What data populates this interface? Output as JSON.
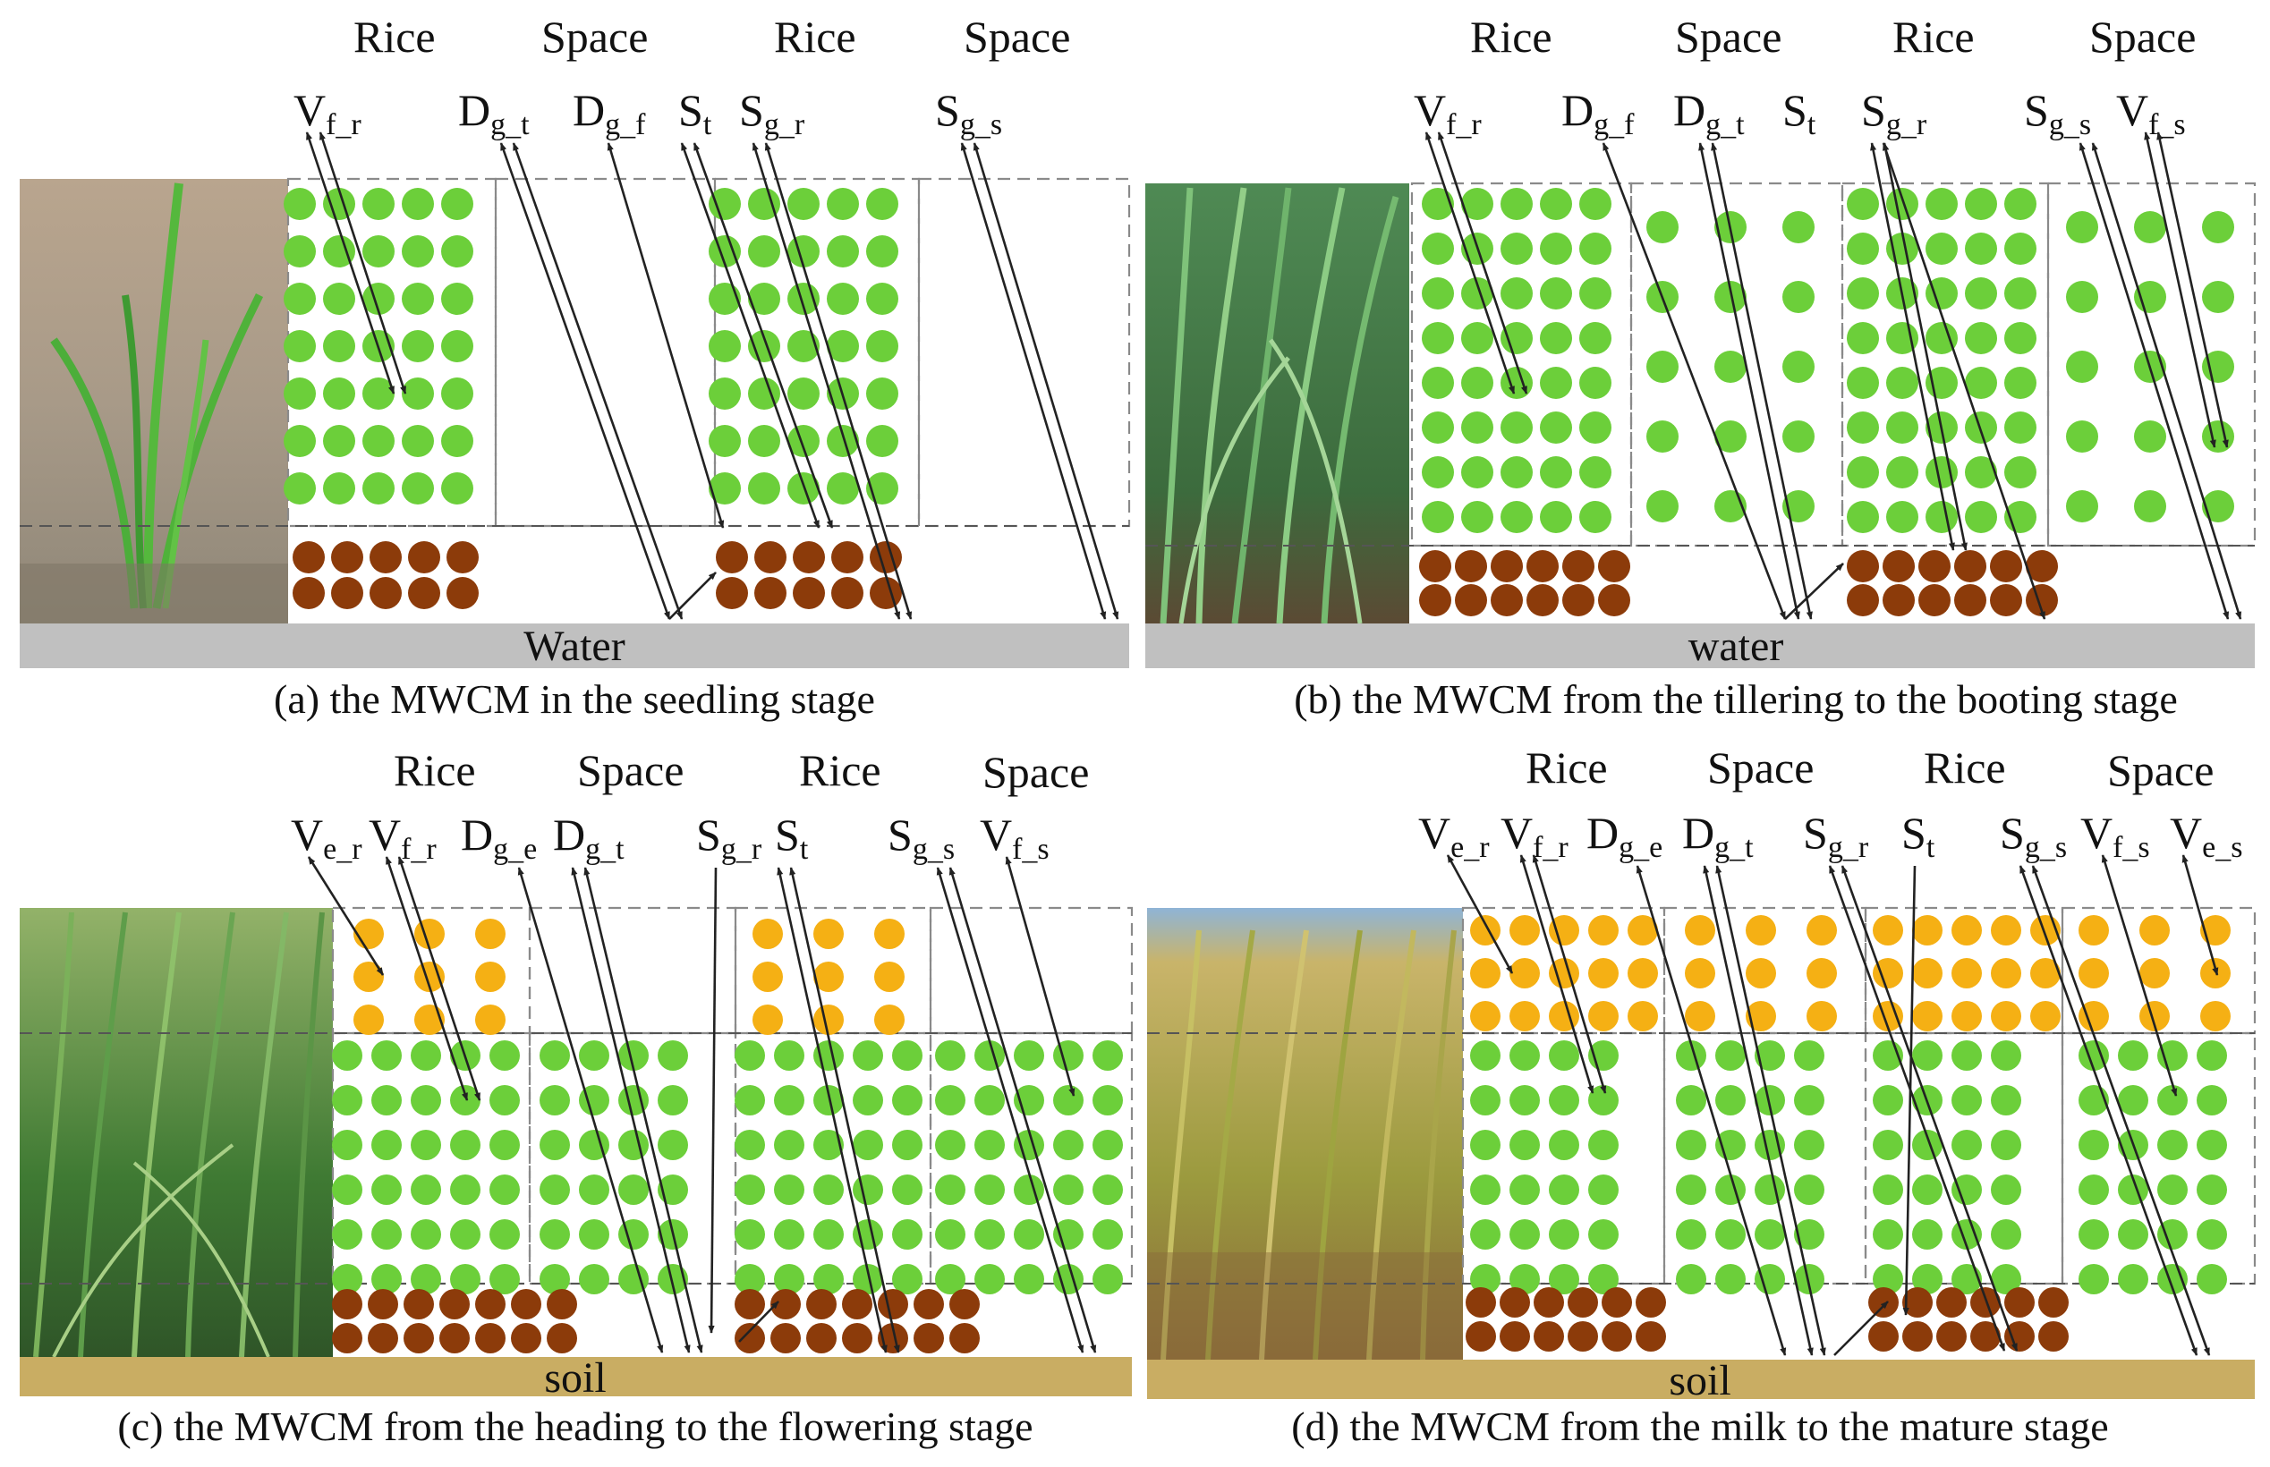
{
  "colors": {
    "leaf": "#6ccf3a",
    "stem": "#8c3b0a",
    "ear": "#f5b014",
    "water": "#c0c0c0",
    "soil": "#c9ad63"
  },
  "panels": [
    {
      "id": "a",
      "headers": [
        "Rice",
        "Space",
        "Rice",
        "Space"
      ],
      "vars": [
        {
          "b": "V",
          "s": "f_r"
        },
        {
          "b": "D",
          "s": "g_t"
        },
        {
          "b": "D",
          "s": "g_f"
        },
        {
          "b": "S",
          "s": "t"
        },
        {
          "b": "S",
          "s": "g_r"
        },
        {
          "b": "S",
          "s": "g_s"
        }
      ],
      "base": "Water",
      "caption": "(a) the MWCM in the seedling stage",
      "photo_icon": "rice-seedling-photo"
    },
    {
      "id": "b",
      "headers": [
        "Rice",
        "Space",
        "Rice",
        "Space"
      ],
      "vars": [
        {
          "b": "V",
          "s": "f_r"
        },
        {
          "b": "D",
          "s": "g_f"
        },
        {
          "b": "D",
          "s": "g_t"
        },
        {
          "b": "S",
          "s": "t"
        },
        {
          "b": "S",
          "s": "g_r"
        },
        {
          "b": "S",
          "s": "g_s"
        },
        {
          "b": "V",
          "s": "f_s"
        }
      ],
      "base": "water",
      "caption": "(b) the MWCM from the tillering to the booting stage",
      "photo_icon": "rice-tillering-photo"
    },
    {
      "id": "c",
      "headers": [
        "Rice",
        "Space",
        "Rice",
        "Space"
      ],
      "vars": [
        {
          "b": "V",
          "s": "e_r"
        },
        {
          "b": "V",
          "s": "f_r"
        },
        {
          "b": "D",
          "s": "g_e"
        },
        {
          "b": "D",
          "s": "g_t"
        },
        {
          "b": "S",
          "s": "g_r"
        },
        {
          "b": "S",
          "s": "t"
        },
        {
          "b": "S",
          "s": "g_s"
        },
        {
          "b": "V",
          "s": "f_s"
        }
      ],
      "base": "soil",
      "caption": "(c) the MWCM from the heading to the flowering stage",
      "photo_icon": "rice-heading-photo"
    },
    {
      "id": "d",
      "headers": [
        "Rice",
        "Space",
        "Rice",
        "Space"
      ],
      "vars": [
        {
          "b": "V",
          "s": "e_r"
        },
        {
          "b": "V",
          "s": "f_r"
        },
        {
          "b": "D",
          "s": "g_e"
        },
        {
          "b": "D",
          "s": "g_t"
        },
        {
          "b": "S",
          "s": "g_r"
        },
        {
          "b": "S",
          "s": "t"
        },
        {
          "b": "S",
          "s": "g_s"
        },
        {
          "b": "V",
          "s": "f_s"
        },
        {
          "b": "V",
          "s": "e_s"
        }
      ],
      "base": "soil",
      "caption": "(d) the MWCM from the milk to the mature stage",
      "photo_icon": "rice-mature-photo"
    }
  ]
}
